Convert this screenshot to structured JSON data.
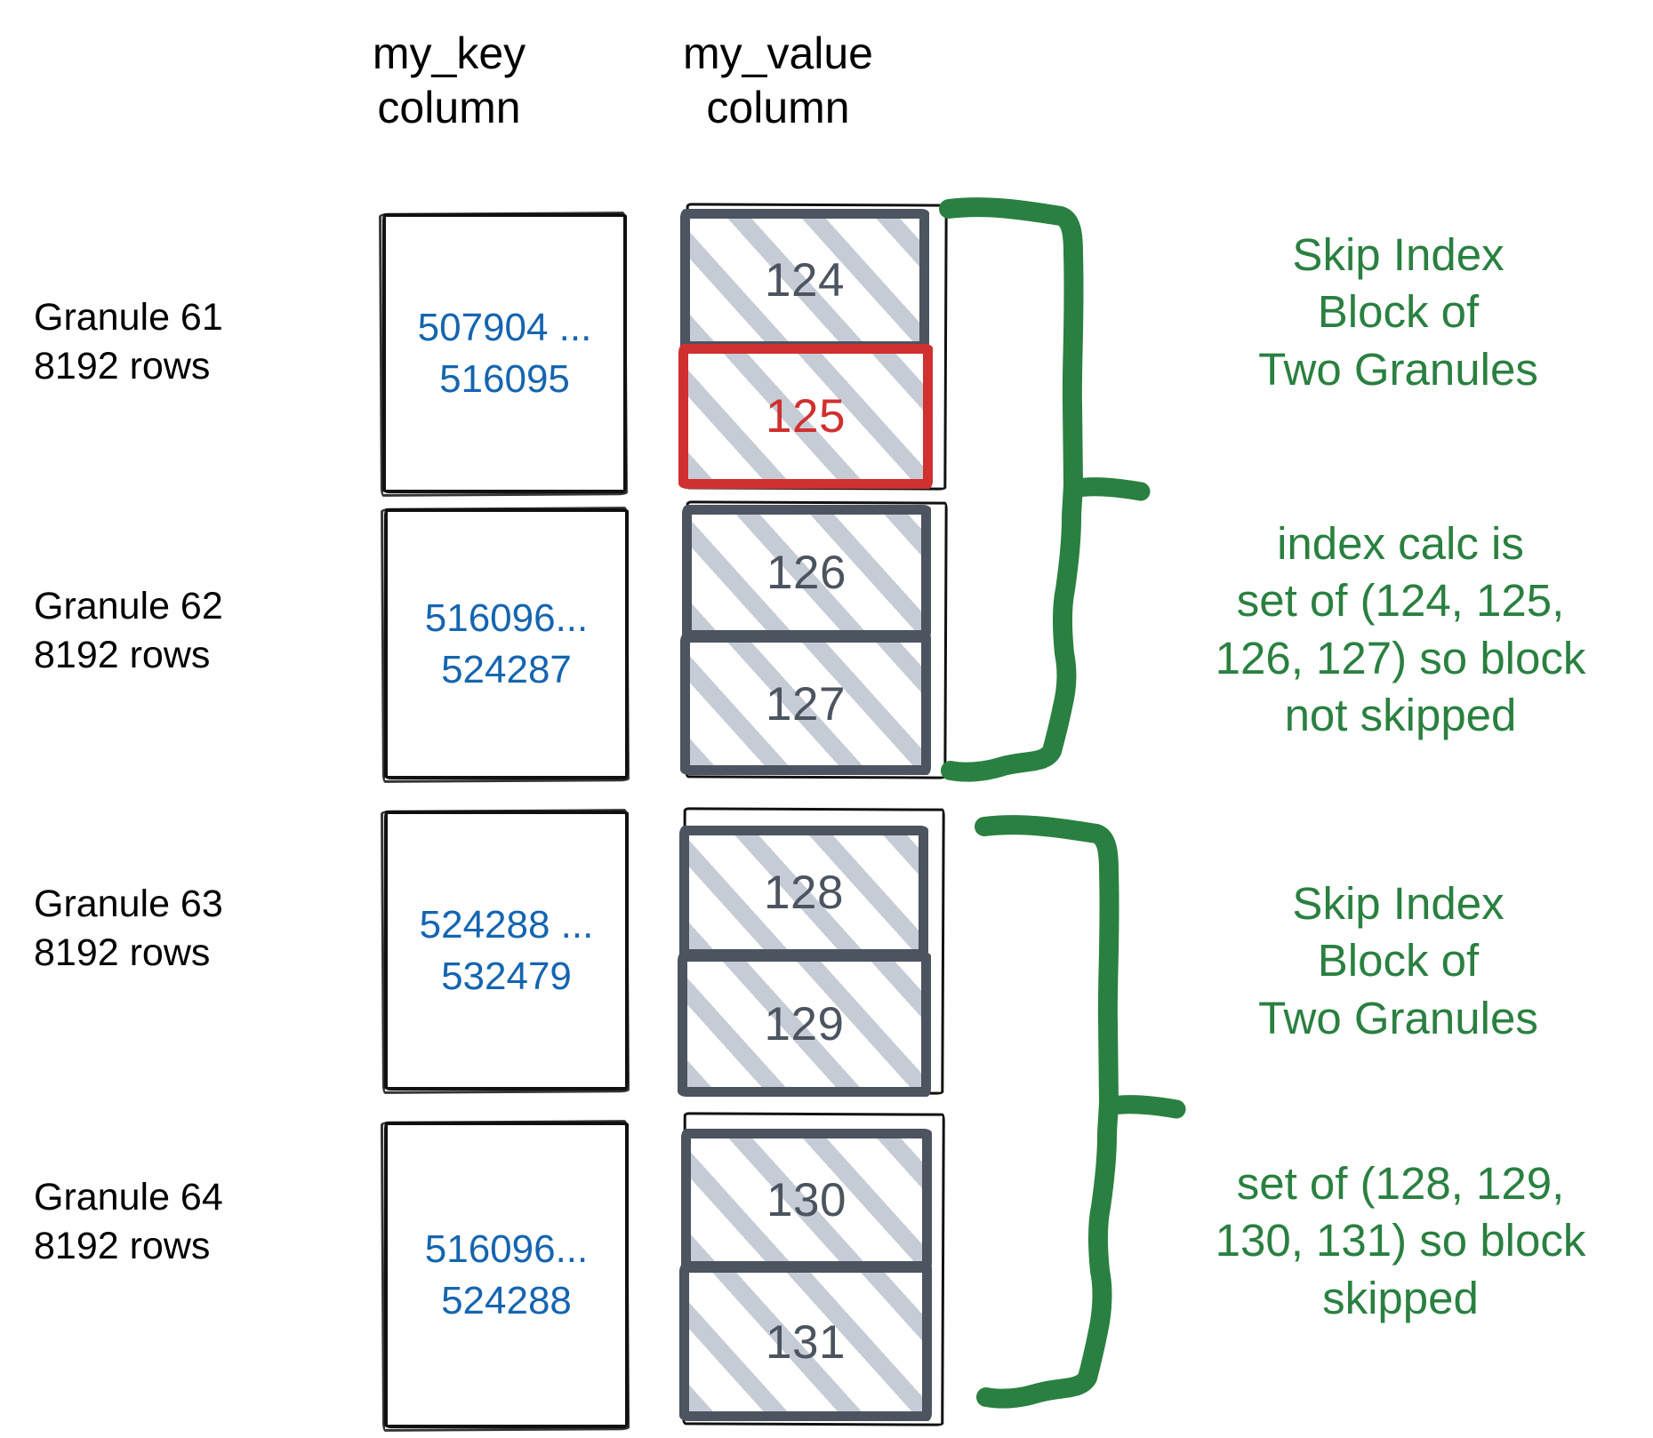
{
  "headers": {
    "key_column": "my_key\ncolumn",
    "value_column": "my_value\ncolumn"
  },
  "colors": {
    "key_text": "#1565b0",
    "value_border": "#4b545f",
    "highlight": "#d0302f",
    "annotation": "#2a8040",
    "hatch": "#c6ccd6",
    "outline": "#111111"
  },
  "granules": [
    {
      "label": "Granule 61\n8192 rows",
      "key_range": "507904 ...\n516095",
      "values": [
        {
          "text": "124",
          "highlighted": false
        },
        {
          "text": "125",
          "highlighted": true
        }
      ]
    },
    {
      "label": "Granule 62\n8192 rows",
      "key_range": "516096...\n524287",
      "values": [
        {
          "text": "126",
          "highlighted": false
        },
        {
          "text": "127",
          "highlighted": false
        }
      ]
    },
    {
      "label": "Granule 63\n8192 rows",
      "key_range": "524288 ...\n532479",
      "values": [
        {
          "text": "128",
          "highlighted": false
        },
        {
          "text": "129",
          "highlighted": false
        }
      ]
    },
    {
      "label": "Granule 64\n8192 rows",
      "key_range": "516096...\n524288",
      "values": [
        {
          "text": "130",
          "highlighted": false
        },
        {
          "text": "131",
          "highlighted": false
        }
      ]
    }
  ],
  "annotations": [
    {
      "text": "Skip Index\nBlock of\nTwo Granules"
    },
    {
      "text": "index calc is\nset of (124, 125,\n126, 127) so block\nnot skipped"
    },
    {
      "text": "Skip Index\nBlock of\nTwo Granules"
    },
    {
      "text": "set of (128, 129,\n130, 131) so block\nskipped"
    }
  ]
}
